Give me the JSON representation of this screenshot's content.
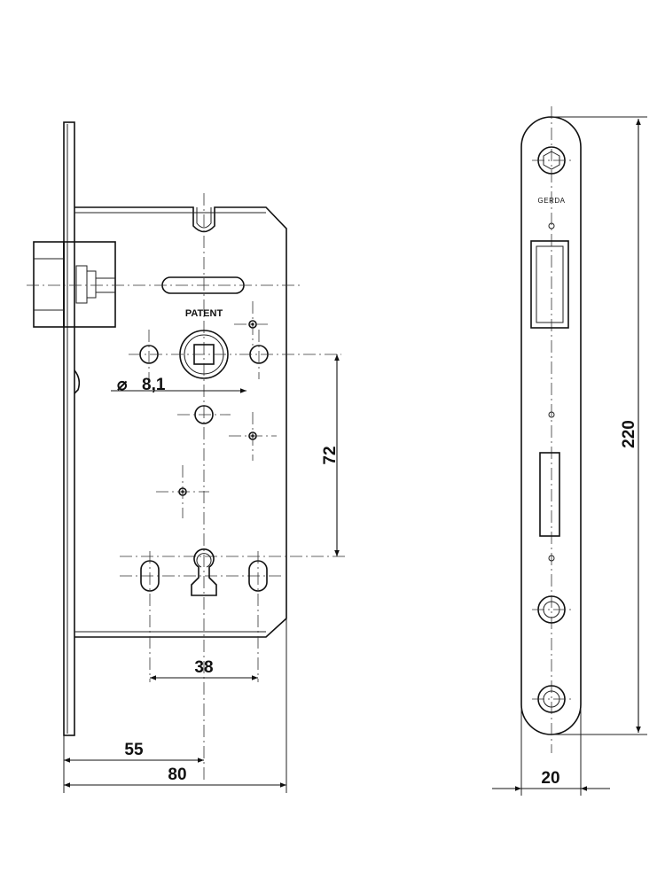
{
  "labels": {
    "patent": "PATENT",
    "brand": "GERDA",
    "diameter": "8,1",
    "dim_38": "38",
    "dim_55": "55",
    "dim_80": "80",
    "dim_72": "72",
    "dim_220": "220",
    "dim_20": "20"
  },
  "icons": {
    "diameter_symbol": "diameter-icon"
  }
}
